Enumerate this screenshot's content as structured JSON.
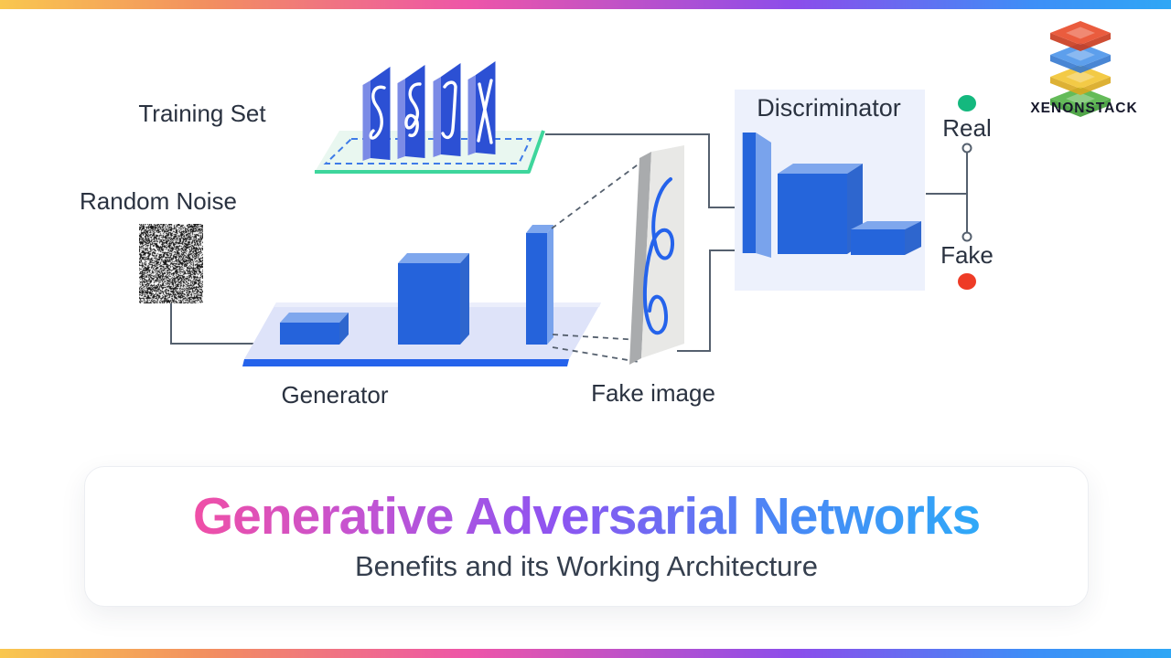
{
  "colors": {
    "edge_gradient": [
      "#F9C74F",
      "#F28E60",
      "#EE55A8",
      "#8B4DEB",
      "#2FA7F5"
    ],
    "primary_blue": "#2563DB",
    "light_face_blue": "#7FA7ED",
    "platform_green": "#3ED69C",
    "real_green": "#14B87E",
    "fake_red": "#EE3B26",
    "connector": "#55606E"
  },
  "logo": {
    "text": "XENONSTACK",
    "layer_colors": [
      "#E84E2E",
      "#4F97EA",
      "#F2C636",
      "#57B54B"
    ]
  },
  "diagram": {
    "training_set_label": "Training Set",
    "random_noise_label": "Random Noise",
    "generator_label": "Generator",
    "fake_image_label": "Fake image",
    "discriminator_label": "Discriminator",
    "real_label": "Real",
    "fake_label": "Fake"
  },
  "title_card": {
    "title": "Generative Adversarial Networks",
    "subtitle": "Benefits and its Working Architecture"
  }
}
